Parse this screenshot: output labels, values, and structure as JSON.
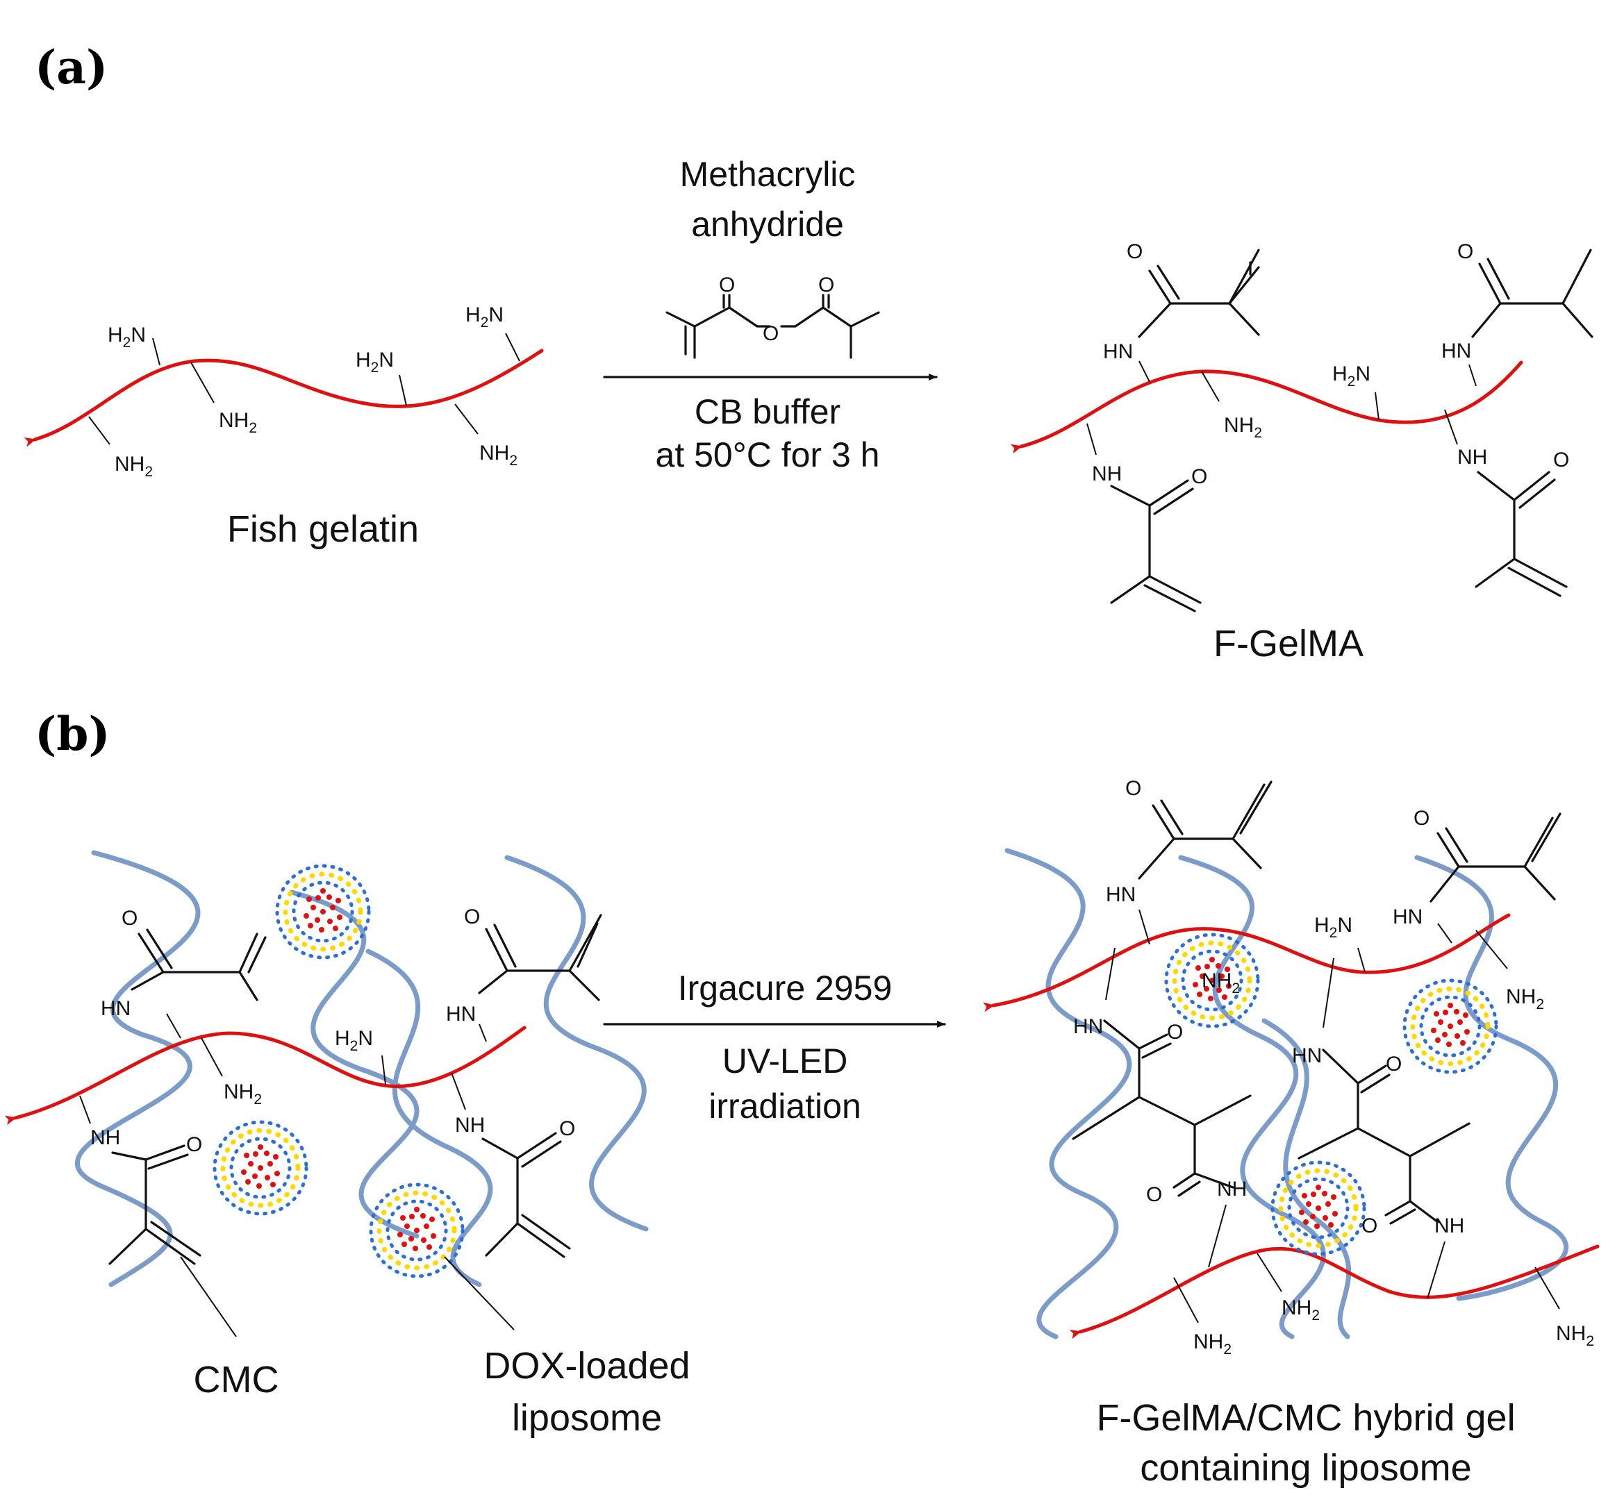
{
  "panel_a": {
    "label": "(a)",
    "reagent_line1": "Methacrylic",
    "reagent_line2": "anhydride",
    "condition_line1": "CB buffer",
    "condition_line2": "at 50°C for 3 h",
    "reactant_name": "Fish gelatin",
    "product_name": "F-GelMA",
    "anhydride_atoms": {
      "o1": "O",
      "o2": "O",
      "o3": "O"
    }
  },
  "panel_b": {
    "label": "(b)",
    "reagent": "Irgacure 2959",
    "condition_line1": "UV-LED",
    "condition_line2": "irradiation",
    "label_cmc": "CMC",
    "label_liposome_1": "DOX-loaded",
    "label_liposome_2": "liposome",
    "product_line1": "F-GelMA/CMC hybrid gel",
    "product_line2": "containing liposome"
  },
  "atoms": {
    "amine_H": "H",
    "amine_N": "N",
    "amine_sub": "2",
    "amide": "HN",
    "amide_alt": "NH",
    "oxygen": "O"
  },
  "colors": {
    "gelatin_chain": "#e01010",
    "cmc_chain": "#7b9bc8",
    "liposome_membrane": "#2a6fd6",
    "lipid_tail": "#ffd800",
    "drug_core": "#e01010"
  },
  "icons": [
    "arrow-right",
    "liposome-icon",
    "polymer-chain"
  ]
}
